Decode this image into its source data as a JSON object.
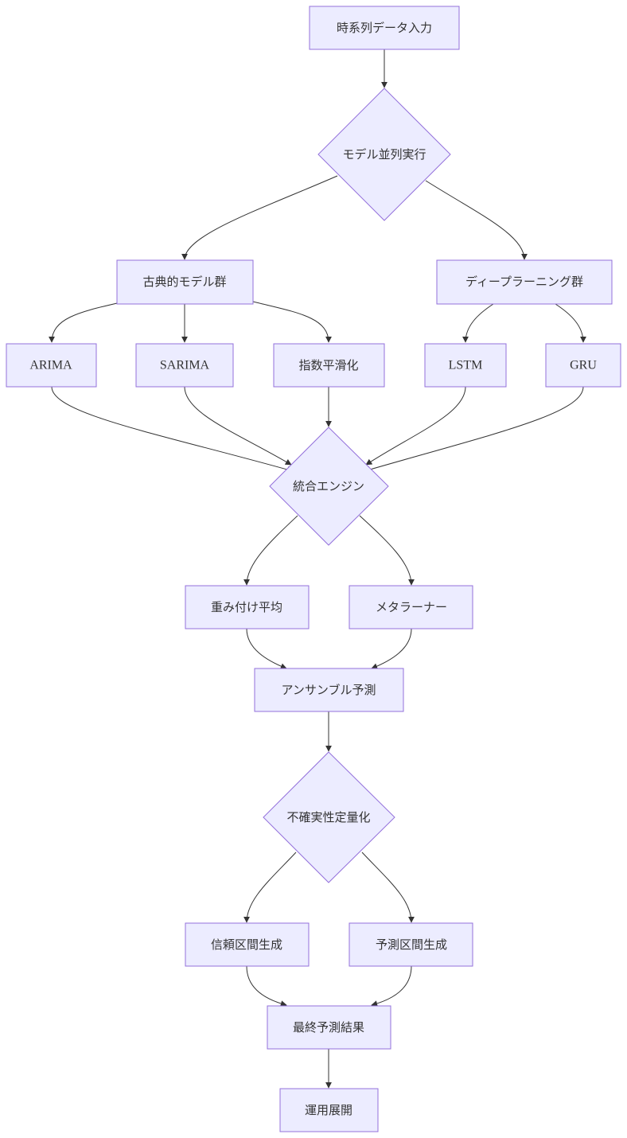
{
  "diagram": {
    "nodes": {
      "input": "時系列データ入力",
      "parallel": "モデル並列実行",
      "classical": "古典的モデル群",
      "deep": "ディープラーニング群",
      "arima": "ARIMA",
      "sarima": "SARIMA",
      "exp": "指数平滑化",
      "lstm": "LSTM",
      "gru": "GRU",
      "engine": "統合エンジン",
      "weighted": "重み付け平均",
      "meta": "メタラーナー",
      "ensemble": "アンサンブル予測",
      "uncert": "不確実性定量化",
      "conf": "信頼区間生成",
      "pred": "予測区間生成",
      "final": "最終予測結果",
      "deploy": "運用展開"
    },
    "colors": {
      "node_fill": "#ECECFF",
      "node_stroke": "#9370DB",
      "edge": "#333333",
      "text": "#333333"
    }
  }
}
